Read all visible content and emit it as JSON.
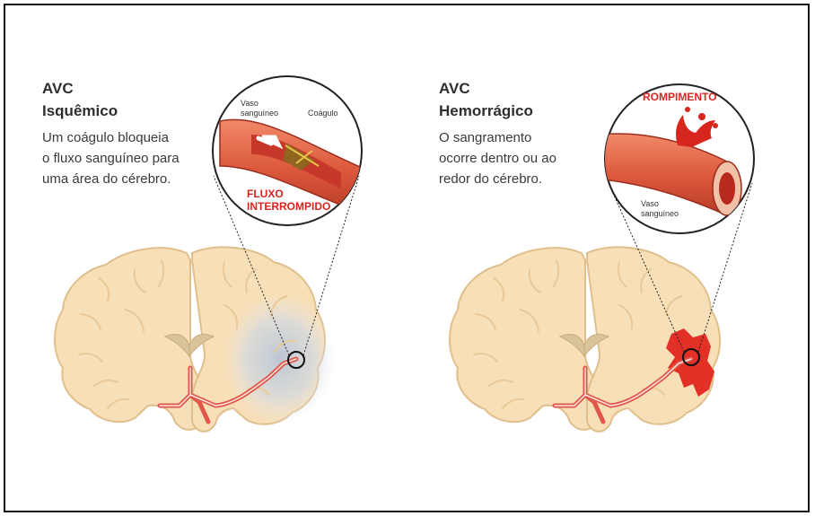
{
  "panels": [
    {
      "title_line1": "AVC",
      "title_line2": "Isquêmico",
      "description": [
        "Um coágulo bloqueia",
        "o fluxo sanguíneo para",
        "uma área do cérebro."
      ],
      "inset": {
        "vessel_label": [
          "Vaso",
          "sanguíneo"
        ],
        "clot_label": "Coágulo",
        "flow_label": [
          "FLUXO",
          "INTERROMPIDO"
        ]
      }
    },
    {
      "title_line1": "AVC",
      "title_line2": "Hemorrágico",
      "description": [
        "O sangramento",
        "ocorre dentro ou ao",
        "redor do cérebro."
      ],
      "inset": {
        "rupture_label": "ROMPIMENTO",
        "vessel_label": [
          "Vaso",
          "sanguíneo"
        ]
      }
    }
  ],
  "colors": {
    "brain_fill": "#f7dfb8",
    "brain_stroke": "#e0bf8c",
    "artery": "#e2564a",
    "blood": "#d7261e",
    "ischemia_shade": "#c9d3df"
  }
}
